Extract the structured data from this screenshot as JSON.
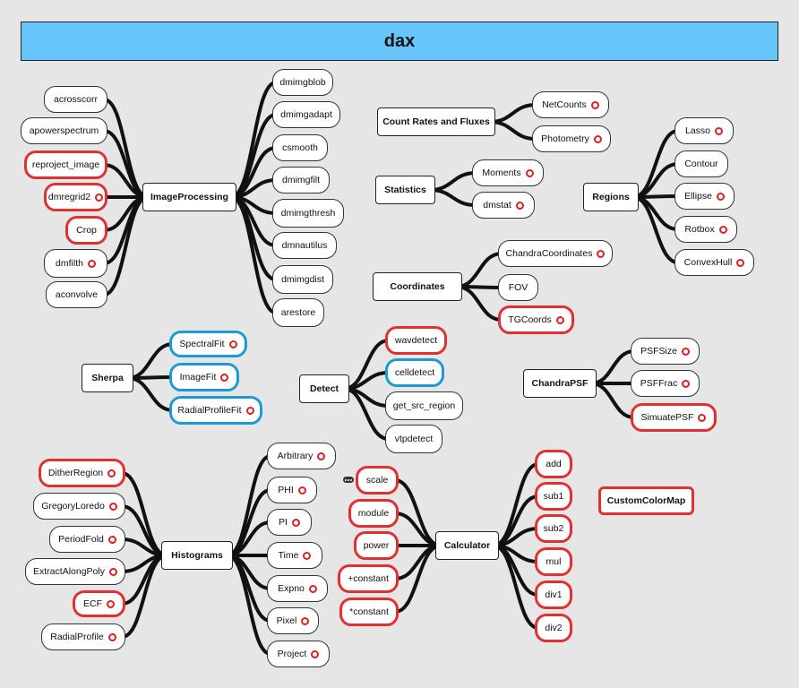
{
  "title": "dax",
  "groups": {
    "imageprocessing": {
      "label": "ImageProcessing",
      "children": [
        {
          "label": "acrosscorr",
          "status": "none",
          "ring": false
        },
        {
          "label": "apowerspectrum",
          "status": "none",
          "ring": false
        },
        {
          "label": "reproject_image",
          "status": "red",
          "ring": false
        },
        {
          "label": "dmregrid2",
          "status": "red",
          "ring": true
        },
        {
          "label": "Crop",
          "status": "red",
          "ring": false
        },
        {
          "label": "dmfilth",
          "status": "none",
          "ring": true
        },
        {
          "label": "aconvolve",
          "status": "none",
          "ring": false
        },
        {
          "label": "dmimgblob",
          "status": "none",
          "ring": false
        },
        {
          "label": "dmimgadapt",
          "status": "none",
          "ring": false
        },
        {
          "label": "csmooth",
          "status": "none",
          "ring": false
        },
        {
          "label": "dmimgfilt",
          "status": "none",
          "ring": false
        },
        {
          "label": "dmimgthresh",
          "status": "none",
          "ring": false
        },
        {
          "label": "dmnautilus",
          "status": "none",
          "ring": false
        },
        {
          "label": "dmimgdist",
          "status": "none",
          "ring": false
        },
        {
          "label": "arestore",
          "status": "none",
          "ring": false
        }
      ]
    },
    "countrates": {
      "label": "Count Rates and Fluxes",
      "children": [
        {
          "label": "NetCounts",
          "status": "none",
          "ring": true
        },
        {
          "label": "Photometry",
          "status": "none",
          "ring": true
        }
      ]
    },
    "statistics": {
      "label": "Statistics",
      "children": [
        {
          "label": "Moments",
          "status": "none",
          "ring": true
        },
        {
          "label": "dmstat",
          "status": "none",
          "ring": true
        }
      ]
    },
    "regions": {
      "label": "Regions",
      "children": [
        {
          "label": "Lasso",
          "status": "none",
          "ring": true
        },
        {
          "label": "Contour",
          "status": "none",
          "ring": false
        },
        {
          "label": "Ellipse",
          "status": "none",
          "ring": true
        },
        {
          "label": "Rotbox",
          "status": "none",
          "ring": true
        },
        {
          "label": "ConvexHull",
          "status": "none",
          "ring": true
        }
      ]
    },
    "coordinates": {
      "label": "Coordinates",
      "children": [
        {
          "label": "ChandraCoordinates",
          "status": "none",
          "ring": true
        },
        {
          "label": "FOV",
          "status": "none",
          "ring": false
        },
        {
          "label": "TGCoords",
          "status": "red",
          "ring": true
        }
      ]
    },
    "sherpa": {
      "label": "Sherpa",
      "children": [
        {
          "label": "SpectralFit",
          "status": "blue",
          "ring": true
        },
        {
          "label": "ImageFit",
          "status": "blue",
          "ring": true
        },
        {
          "label": "RadialProfileFit",
          "status": "blue",
          "ring": true
        }
      ]
    },
    "detect": {
      "label": "Detect",
      "children": [
        {
          "label": "wavdetect",
          "status": "red",
          "ring": false
        },
        {
          "label": "celldetect",
          "status": "blue",
          "ring": false
        },
        {
          "label": "get_src_region",
          "status": "none",
          "ring": false
        },
        {
          "label": "vtpdetect",
          "status": "none",
          "ring": false
        }
      ]
    },
    "chandrapsf": {
      "label": "ChandraPSF",
      "children": [
        {
          "label": "PSFSize",
          "status": "none",
          "ring": true
        },
        {
          "label": "PSFFrac",
          "status": "none",
          "ring": true
        },
        {
          "label": "SimuatePSF",
          "status": "red",
          "ring": true
        }
      ]
    },
    "histograms": {
      "label": "Histograms",
      "children": [
        {
          "label": "DitherRegion",
          "status": "red",
          "ring": true
        },
        {
          "label": "GregoryLoredo",
          "status": "none",
          "ring": true
        },
        {
          "label": "PeriodFold",
          "status": "none",
          "ring": true
        },
        {
          "label": "ExtractAlongPoly",
          "status": "none",
          "ring": true
        },
        {
          "label": "ECF",
          "status": "red",
          "ring": true
        },
        {
          "label": "RadialProfile",
          "status": "none",
          "ring": true
        },
        {
          "label": "Arbitrary",
          "status": "none",
          "ring": true
        },
        {
          "label": "PHI",
          "status": "none",
          "ring": true
        },
        {
          "label": "PI",
          "status": "none",
          "ring": true
        },
        {
          "label": "Time",
          "status": "none",
          "ring": true
        },
        {
          "label": "Expno",
          "status": "none",
          "ring": true
        },
        {
          "label": "Pixel",
          "status": "none",
          "ring": true
        },
        {
          "label": "Project",
          "status": "none",
          "ring": true
        }
      ]
    },
    "calculator": {
      "label": "Calculator",
      "children": [
        {
          "label": "scale",
          "status": "red",
          "ring": false
        },
        {
          "label": "module",
          "status": "red",
          "ring": false
        },
        {
          "label": "power",
          "status": "red",
          "ring": false
        },
        {
          "label": "+constant",
          "status": "red",
          "ring": false
        },
        {
          "label": "*constant",
          "status": "red",
          "ring": false
        },
        {
          "label": "add",
          "status": "red",
          "ring": false
        },
        {
          "label": "sub1",
          "status": "red",
          "ring": false
        },
        {
          "label": "sub2",
          "status": "red",
          "ring": false
        },
        {
          "label": "mul",
          "status": "red",
          "ring": false
        },
        {
          "label": "div1",
          "status": "red",
          "ring": false
        },
        {
          "label": "div2",
          "status": "red",
          "ring": false
        }
      ]
    },
    "customcolormap": {
      "label": "CustomColorMap",
      "status": "red",
      "children": []
    }
  },
  "colors": {
    "banner": "#66c6fb",
    "background": "#e6e6e6",
    "red_outline": "#e03030",
    "blue_outline": "#1c9ad6"
  }
}
